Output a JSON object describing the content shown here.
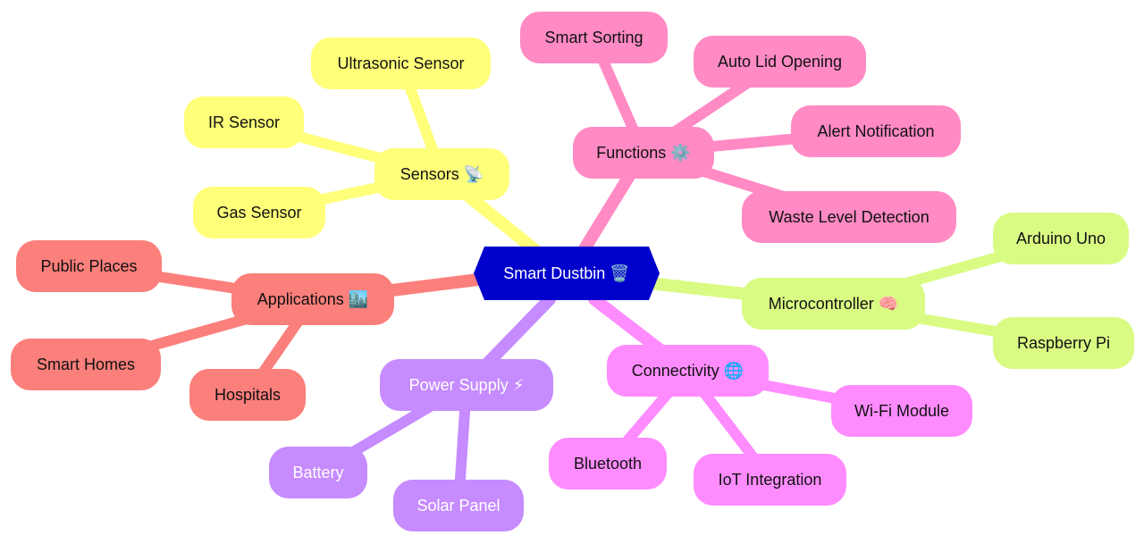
{
  "root": {
    "label": "Smart Dustbin 🗑️"
  },
  "branches": [
    {
      "key": "sensors",
      "label": "Sensors 📡",
      "color": "#ffff7a",
      "children": [
        "Ultrasonic Sensor",
        "IR Sensor",
        "Gas Sensor"
      ]
    },
    {
      "key": "functions",
      "label": "Functions ⚙️",
      "color": "#ff8ac4",
      "children": [
        "Smart Sorting",
        "Auto Lid Opening",
        "Alert Notification",
        "Waste Level Detection"
      ]
    },
    {
      "key": "microcontroller",
      "label": "Microcontroller 🧠",
      "color": "#d9fb84",
      "children": [
        "Arduino Uno",
        "Raspberry Pi"
      ]
    },
    {
      "key": "applications",
      "label": "Applications 🏙️",
      "color": "#fb7f7b",
      "children": [
        "Public Places",
        "Smart Homes",
        "Hospitals"
      ]
    },
    {
      "key": "power-supply",
      "label": "Power Supply ⚡",
      "color": "#c68bff",
      "children": [
        "Battery",
        "Solar Panel"
      ]
    },
    {
      "key": "connectivity",
      "label": "Connectivity 🌐",
      "color": "#ff8cff",
      "children": [
        "Wi-Fi Module",
        "Bluetooth",
        "IoT Integration"
      ]
    }
  ]
}
